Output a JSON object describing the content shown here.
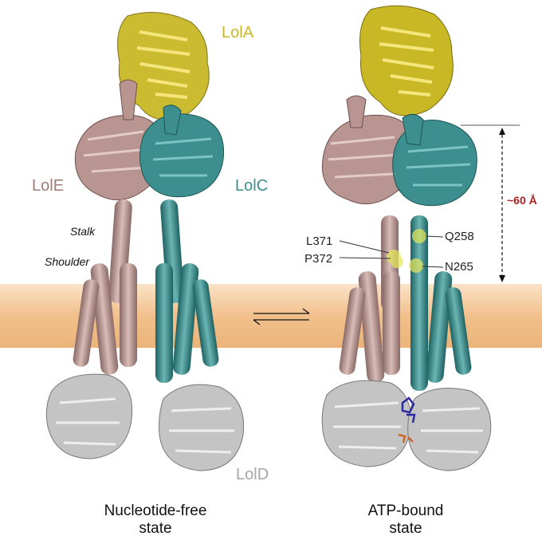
{
  "labels": {
    "lola": "LolA",
    "lole": "LolE",
    "lolc": "LolC",
    "lold": "LolD",
    "stalk": "Stalk",
    "shoulder": "Shoulder",
    "l371": "L371",
    "p372": "P372",
    "q258": "Q258",
    "n265": "N265",
    "distance": "~60 Å"
  },
  "captions": {
    "left_line1": "Nucleotide-free",
    "left_line2": "state",
    "right_line1": "ATP-bound",
    "right_line2": "state"
  },
  "colors": {
    "lola": "#c9b826",
    "lole": "#b89590",
    "lolc": "#3d8f8f",
    "lold": "#b8b8b8",
    "membrane": "#f2c08c",
    "distance": "#b02020",
    "highlight": "#e6e85a"
  },
  "icons": {
    "equilibrium": "equilibrium-arrows-icon"
  }
}
